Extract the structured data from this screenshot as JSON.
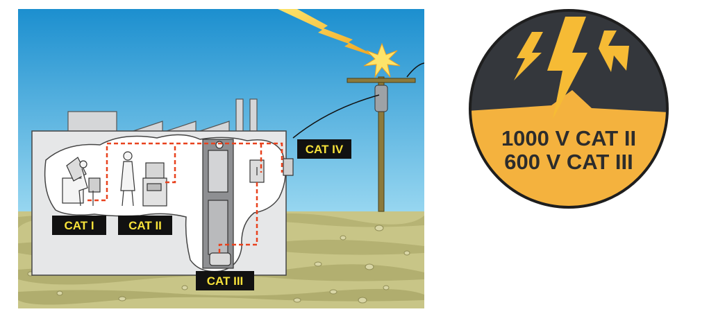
{
  "scene": {
    "categories": [
      {
        "id": "cat1",
        "label": "CAT I"
      },
      {
        "id": "cat2",
        "label": "CAT II"
      },
      {
        "id": "cat3",
        "label": "CAT III"
      },
      {
        "id": "cat4",
        "label": "CAT IV"
      }
    ],
    "colors": {
      "sky_top": "#1c8fcf",
      "sky_bottom": "#8dd2ef",
      "ground": "#c8c587",
      "wiring": "#e8421e",
      "lightning": "#f6c024",
      "label_bg": "#111111",
      "label_text": "#f7e23a"
    }
  },
  "badge": {
    "line1": "1000 V CAT II",
    "line2": "600 V CAT III",
    "colors": {
      "top": "#34373c",
      "bottom": "#f4b23e",
      "bolt": "#f6bb35"
    }
  }
}
